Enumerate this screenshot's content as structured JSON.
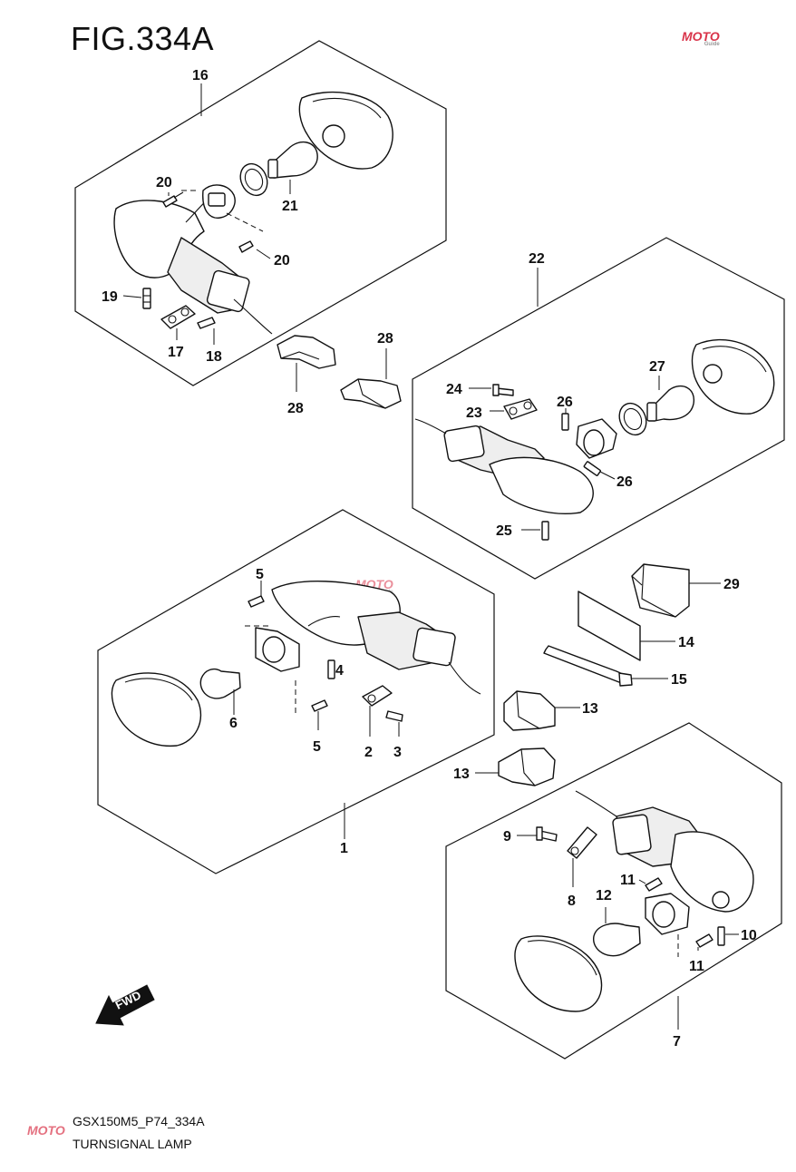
{
  "figure": {
    "title": "FIG.334A",
    "code": "GSX150M5_P74_334A",
    "name": "TURNSIGNAL LAMP"
  },
  "watermark": {
    "brand": "MOTO",
    "sub": "Guide"
  },
  "direction_label": "FWD",
  "callouts": {
    "c1": "1",
    "c2": "2",
    "c3": "3",
    "c4": "4",
    "c5a": "5",
    "c5b": "5",
    "c6": "6",
    "c7": "7",
    "c8": "8",
    "c9": "9",
    "c10": "10",
    "c11a": "11",
    "c11b": "11",
    "c12": "12",
    "c13a": "13",
    "c13b": "13",
    "c14": "14",
    "c15": "15",
    "c16": "16",
    "c17": "17",
    "c18": "18",
    "c19": "19",
    "c20a": "20",
    "c20b": "20",
    "c21": "21",
    "c22": "22",
    "c23": "23",
    "c24": "24",
    "c25": "25",
    "c26a": "26",
    "c26b": "26",
    "c27": "27",
    "c28a": "28",
    "c28b": "28",
    "c29": "29"
  },
  "colors": {
    "line": "#111111",
    "watermark": "#d9344a"
  }
}
